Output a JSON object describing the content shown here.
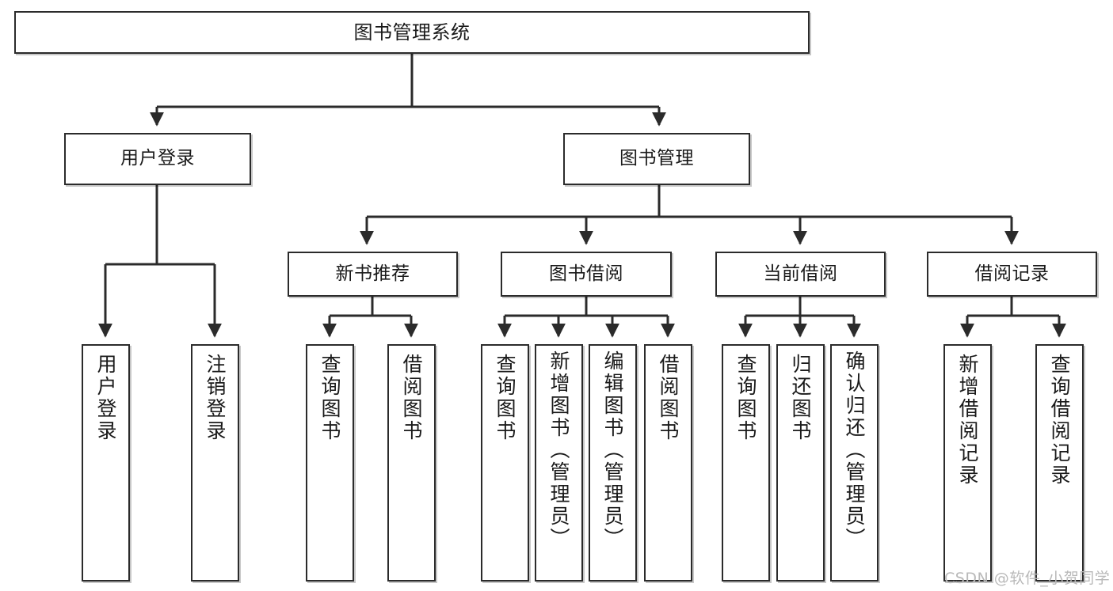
{
  "diagram": {
    "type": "tree",
    "title": "图书管理系统",
    "orientation": "top-down",
    "watermark": "CSDN @软件_小贺同学",
    "colors": {
      "stroke": "#2b2b2b",
      "fill": "#ffffff",
      "text": "#1a1a1a",
      "watermark": "#b9b9b9"
    },
    "nodes": {
      "root": {
        "label": "图书管理系统"
      },
      "level2": [
        {
          "id": "user-login",
          "label": "用户登录"
        },
        {
          "id": "book-manage",
          "label": "图书管理"
        }
      ],
      "level3": [
        {
          "id": "new-book-recommend",
          "label": "新书推荐"
        },
        {
          "id": "book-borrow",
          "label": "图书借阅"
        },
        {
          "id": "current-borrow",
          "label": "当前借阅"
        },
        {
          "id": "borrow-record",
          "label": "借阅记录"
        }
      ],
      "leaves": [
        {
          "id": "leaf-user-login",
          "label": "用户登录",
          "parent": "user-login"
        },
        {
          "id": "leaf-user-logout",
          "label": "注销登录",
          "parent": "user-login"
        },
        {
          "id": "leaf-query-book-1",
          "label": "查询图书",
          "parent": "new-book-recommend"
        },
        {
          "id": "leaf-borrow-book-1",
          "label": "借阅图书",
          "parent": "new-book-recommend"
        },
        {
          "id": "leaf-query-book-2",
          "label": "查询图书",
          "parent": "book-borrow"
        },
        {
          "id": "leaf-add-book",
          "label": "新增图书（管理员）",
          "parent": "book-borrow"
        },
        {
          "id": "leaf-edit-book",
          "label": "编辑图书（管理员）",
          "parent": "book-borrow"
        },
        {
          "id": "leaf-borrow-book-2",
          "label": "借阅图书",
          "parent": "book-borrow"
        },
        {
          "id": "leaf-query-book-3",
          "label": "查询图书",
          "parent": "current-borrow"
        },
        {
          "id": "leaf-return-book",
          "label": "归还图书",
          "parent": "current-borrow"
        },
        {
          "id": "leaf-confirm-return",
          "label": "确认归还（管理员）",
          "parent": "current-borrow"
        },
        {
          "id": "leaf-add-record",
          "label": "新增借阅记录",
          "parent": "borrow-record"
        },
        {
          "id": "leaf-query-record",
          "label": "查询借阅记录",
          "parent": "borrow-record"
        }
      ]
    }
  }
}
